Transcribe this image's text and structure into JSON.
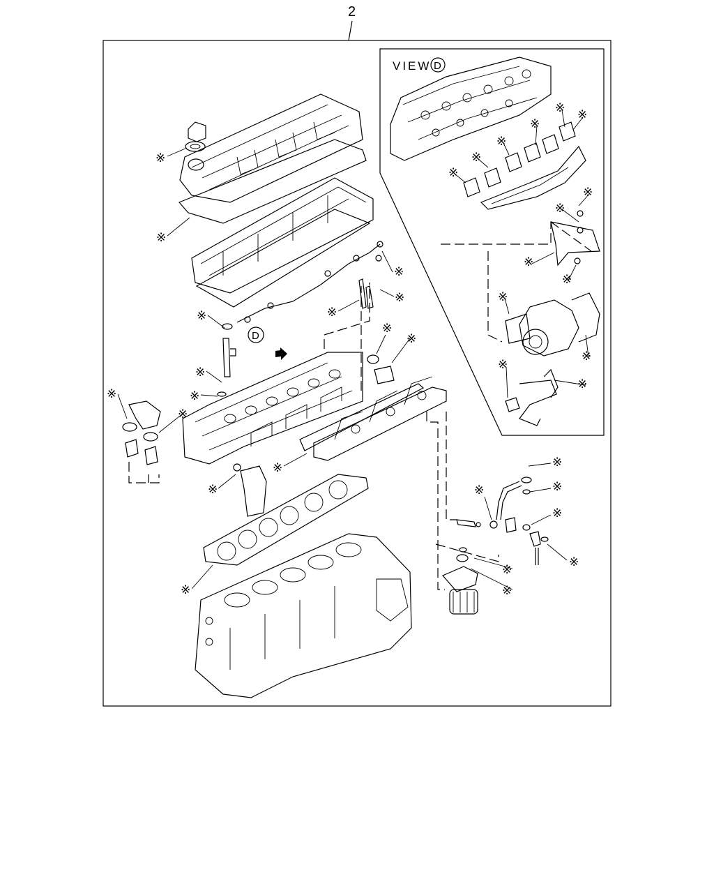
{
  "callout_number": "2",
  "view_label": "VIEW",
  "view_letter": "D",
  "marker_letter": "D",
  "kit_symbol": "※",
  "colors": {
    "line": "#000000",
    "background": "#ffffff"
  }
}
